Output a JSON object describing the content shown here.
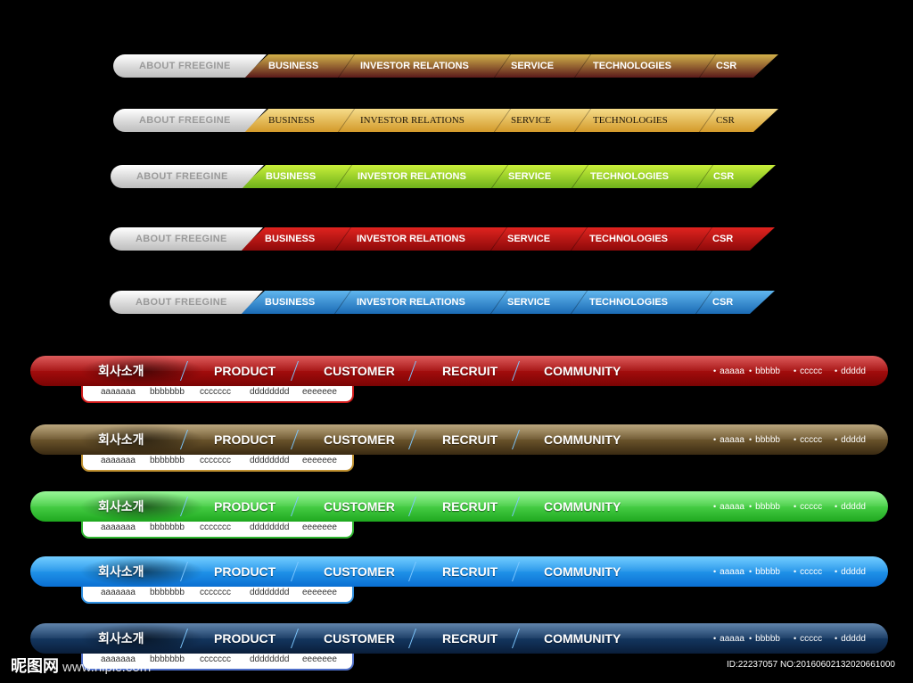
{
  "top_nav_items": {
    "about": "ABOUT FREEGINE",
    "business": "BUSINESS",
    "investor": "INVESTOR RELATIONS",
    "service": "SERVICE",
    "technologies": "TECHNOLOGIES",
    "csr": "CSR"
  },
  "top_nav_themes": [
    {
      "color_light": "#d2b14a",
      "color_dark": "#5a1a1a"
    },
    {
      "color_light": "#f6dc8a",
      "color_dark": "#d39a2a"
    },
    {
      "color_light": "#c9ef3a",
      "color_dark": "#6fb21b"
    },
    {
      "color_light": "#e0231f",
      "color_dark": "#8e0a0a"
    },
    {
      "color_light": "#60b6ee",
      "color_dark": "#1b6bb5"
    }
  ],
  "main_nav": {
    "home": "회사소개",
    "product": "PRODUCT",
    "customer": "CUSTOMER",
    "recruit": "RECRUIT",
    "community": "COMMUNITY",
    "util": [
      "aaaaa",
      "bbbbb",
      "ccccc",
      "ddddd"
    ],
    "sub": [
      "aaaaaaa",
      "bbbbbbb",
      "ccccccc",
      "dddddddd",
      "eeeeeee"
    ]
  },
  "main_nav_themes": [
    {
      "bar_light": "#cc1515",
      "bar_dark": "#7a0404",
      "sub_border": "#d11a1a"
    },
    {
      "bar_light": "#9b7e45",
      "bar_dark": "#3a2a12",
      "sub_border": "#c09130"
    },
    {
      "bar_light": "#6cf26a",
      "bar_dark": "#1fa81f",
      "sub_border": "#31b631"
    },
    {
      "bar_light": "#36b6ff",
      "bar_dark": "#0a6fd2",
      "sub_border": "#2f8fe0"
    },
    {
      "bar_light": "#1d4f86",
      "bar_dark": "#0a1e3a",
      "sub_border": "#4f6fc9"
    }
  ],
  "watermark_left": "昵图网",
  "watermark_url": "www.nipic.com",
  "watermark_id": "ID:22237057 NO:20160602132020661000"
}
